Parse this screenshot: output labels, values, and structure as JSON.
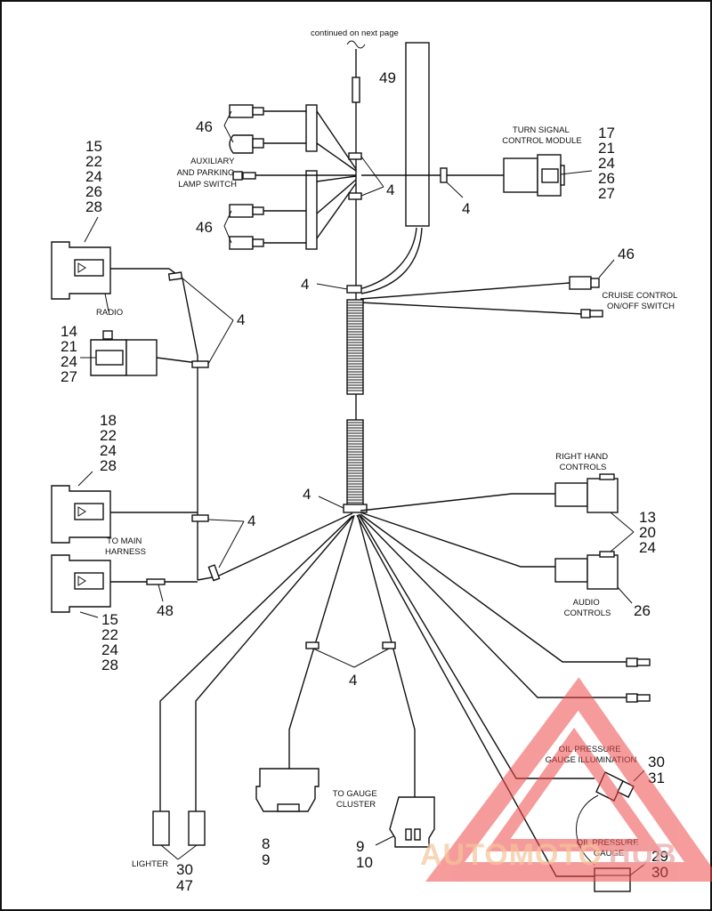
{
  "diagram": {
    "header_note": "continued on next page",
    "labels": {
      "aux_switch": [
        "AUXILIARY",
        "AND PARKING",
        "LAMP SWITCH"
      ],
      "turn_module": [
        "TURN SIGNAL",
        "CONTROL MODULE"
      ],
      "radio": "RADIO",
      "cruise": [
        "CRUISE CONTROL",
        "ON/OFF SWITCH"
      ],
      "right_hand": [
        "RIGHT HAND",
        "CONTROLS"
      ],
      "main_harness": [
        "TO MAIN",
        "HARNESS"
      ],
      "audio": [
        "AUDIO",
        "CONTROLS"
      ],
      "gauge_cluster": [
        "TO GAUGE",
        "CLUSTER"
      ],
      "oil_illum": [
        "OIL PRESSURE",
        "GAUGE ILLUMINATION"
      ],
      "oil_gauge": [
        "OIL PRESSURE",
        "GAUGE"
      ],
      "lighter": "LIGHTER"
    },
    "callouts": {
      "c49": "49",
      "c46_top": "46",
      "c4_aux": "4",
      "c46_bottom": "46",
      "c4_turn": "4",
      "turn_refs": [
        "17",
        "21",
        "24",
        "26",
        "27"
      ],
      "radio_top_refs": [
        "15",
        "22",
        "24",
        "26",
        "28"
      ],
      "c46_cruise": "46",
      "c4_upper_trunk": "4",
      "c4_radio": "4",
      "radio_second_refs": [
        "14",
        "21",
        "24",
        "27"
      ],
      "main_top_refs": [
        "18",
        "22",
        "24",
        "28"
      ],
      "c4_lower_trunk": "4",
      "c4_main": "4",
      "rh_refs": [
        "13",
        "20",
        "24"
      ],
      "c48": "48",
      "c26": "26",
      "main_bottom_refs": [
        "15",
        "22",
        "24",
        "28"
      ],
      "c4_gauge": "4",
      "oil_illum_refs": [
        "30",
        "31"
      ],
      "gauge_left_refs": [
        "8",
        "9"
      ],
      "gauge_right_refs": [
        "9",
        "10"
      ],
      "oil_gauge_refs": [
        "29",
        "30"
      ],
      "lighter_refs": [
        "30",
        "47"
      ]
    },
    "watermark": {
      "part1": "AUTOMOTO",
      "part2": "HUB",
      "color1": "#f5c49a",
      "color2": "#e9a3a3",
      "triangle": "#ef4b4b"
    }
  }
}
